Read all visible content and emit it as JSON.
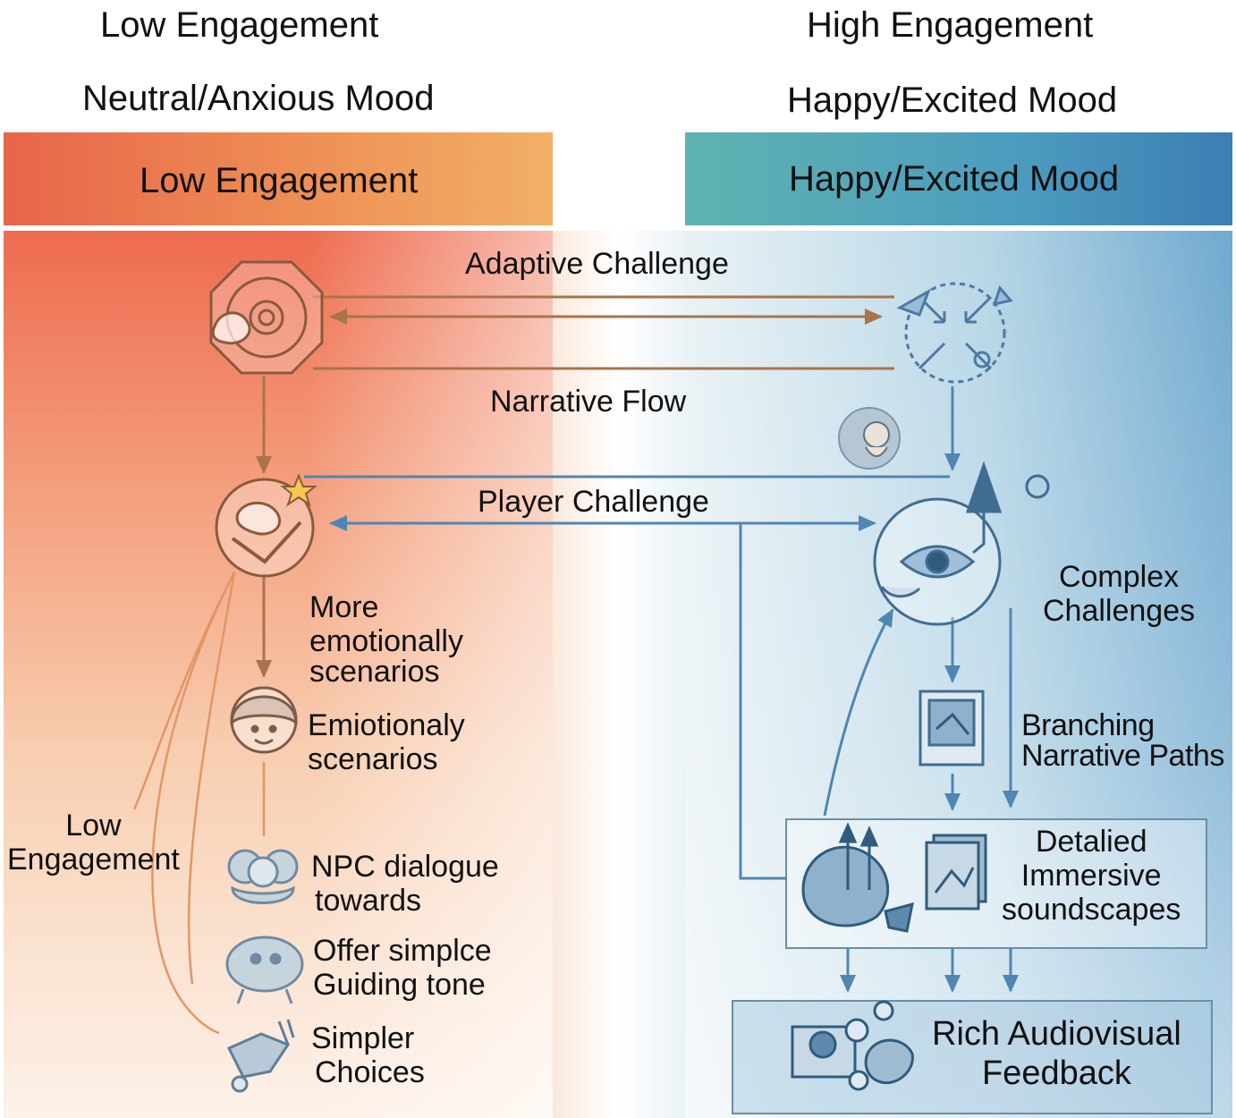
{
  "top_labels": {
    "left_engagement": "Low Engagement",
    "left_mood": "Neutral/Anxious Mood",
    "right_engagement": "High Engagement",
    "right_mood": "Happy/Excited Mood"
  },
  "panels": {
    "left_header": "Low Engagement",
    "right_header": "Happy/Excited Mood"
  },
  "flow_labels": {
    "adaptive_challenge": "Adaptive Challenge",
    "narrative_flow": "Narrative Flow",
    "player_challenge": "Player Challenge"
  },
  "left_column": {
    "more_emotionally": [
      "More",
      "emotionally",
      "scenarios"
    ],
    "emotionaly_scenarios": [
      "Emiotionaly",
      "scenarios"
    ],
    "npc_dialogue": [
      "NPC dialogue",
      "towards"
    ],
    "offer_simple": [
      "Offer simplce",
      "Guiding tone"
    ],
    "simpler_choices": [
      "Simpler",
      "Choices"
    ],
    "side_label": [
      "Low",
      "Engagement"
    ]
  },
  "right_column": {
    "complex_challenges": [
      "Complex",
      "Challenges"
    ],
    "branching_paths": [
      "Branching",
      "Narrative Paths"
    ],
    "immersive_soundscapes": [
      "Detalied",
      "Immersive",
      "soundscapes"
    ],
    "rich_feedback": [
      "Rich Audiovisual",
      "Feedback"
    ]
  },
  "colors": {
    "left_accent": "#e8654a",
    "right_accent": "#3a7fb3",
    "left_arrow": "#a8744a",
    "right_arrow": "#4f86b4",
    "side_curve": "#e39566"
  },
  "icons": {
    "left_top": "target-octagon-icon",
    "right_top": "crossed-arrows-icon",
    "left_mid": "star-shield-icon",
    "right_mid": "eye-arrow-icon",
    "avatar_small": "character-avatar-icon",
    "emotional": "girl-face-icon",
    "npc": "npc-figure-icon",
    "guide": "guiding-creature-icon",
    "choices": "choice-figure-icon",
    "branch_doc": "branch-document-icon",
    "immersive_a": "landscape-arrows-icon",
    "immersive_b": "sound-pages-icon",
    "feedback": "audiovisual-scene-icon"
  }
}
